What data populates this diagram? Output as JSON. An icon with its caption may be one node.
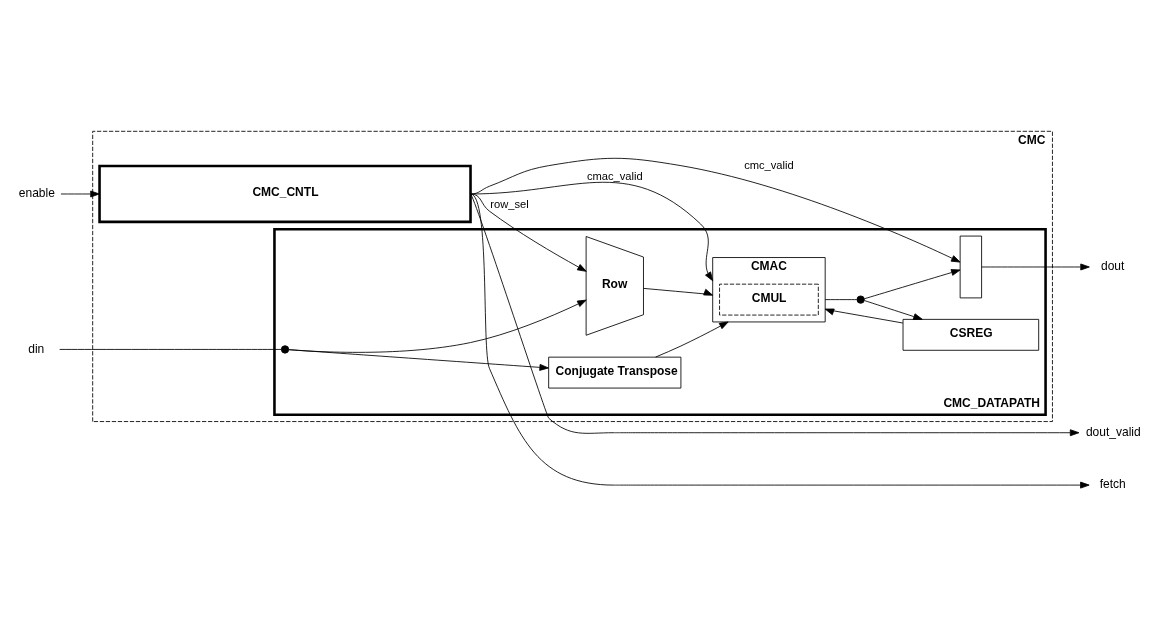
{
  "diagram": {
    "nodes": [
      {
        "text": [
          "CMC"
        ]
      },
      {
        "text": [
          "CMC_CNTL"
        ],
        "in": 0
      },
      {
        "text": [
          "CMC_DATAPATH"
        ],
        "in": 0
      },
      {
        "text": [
          "Row"
        ],
        "in": 2
      },
      {
        "text": [
          "CSREG"
        ],
        "in": 2
      },
      {
        "text": [
          "CMAC"
        ],
        "in": 2
      },
      {
        "text": [
          "CMUL"
        ],
        "in": 5
      },
      {
        "text": [
          "Conjugate Transpose"
        ],
        "in": 2
      },
      {
        "text": [],
        "shape": "box",
        "in": 2
      },
      {
        "text": [],
        "shape": "circle",
        "in": 2
      },
      {
        "text": [],
        "shape": "circle",
        "in": 2
      },
      {
        "text": [
          "enable"
        ]
      },
      {
        "text": [
          "fetch"
        ]
      },
      {
        "text": [
          "dout_valid"
        ]
      },
      {
        "text": [
          "din"
        ]
      },
      {
        "text": [
          "dout"
        ]
      }
    ],
    "edges": [
      {
        "from": 11,
        "to": 1,
        "arrow": "to"
      },
      {
        "from": 1,
        "to": 12,
        "arrow": "to"
      },
      {
        "from": 1,
        "to": 13,
        "arrow": "to"
      },
      {
        "from": 1,
        "to": 3,
        "arrow": "to",
        "label": "row_sel"
      },
      {
        "from": 1,
        "to": 5,
        "arrow": "to",
        "label": "cmac_valid"
      },
      {
        "from": 1,
        "to": 8,
        "arrow": "to",
        "label": "cmc_valid"
      },
      {
        "from": 14,
        "to": 9,
        "arrow": "none"
      },
      {
        "from": 9,
        "to": 3,
        "arrow": "to"
      },
      {
        "from": 9,
        "to": 7,
        "arrow": "to"
      },
      {
        "from": 3,
        "to": 5,
        "arrow": "to"
      },
      {
        "from": 7,
        "to": 5,
        "arrow": "to"
      },
      {
        "from": 4,
        "to": 5,
        "arrow": "to"
      },
      {
        "from": 5,
        "to": 10,
        "arrow": "none"
      },
      {
        "from": 10,
        "to": 8,
        "arrow": "to"
      },
      {
        "from": 10,
        "to": 4,
        "arrow": "to"
      },
      {
        "from": 8,
        "to": 15,
        "arrow": "to"
      }
    ]
  }
}
